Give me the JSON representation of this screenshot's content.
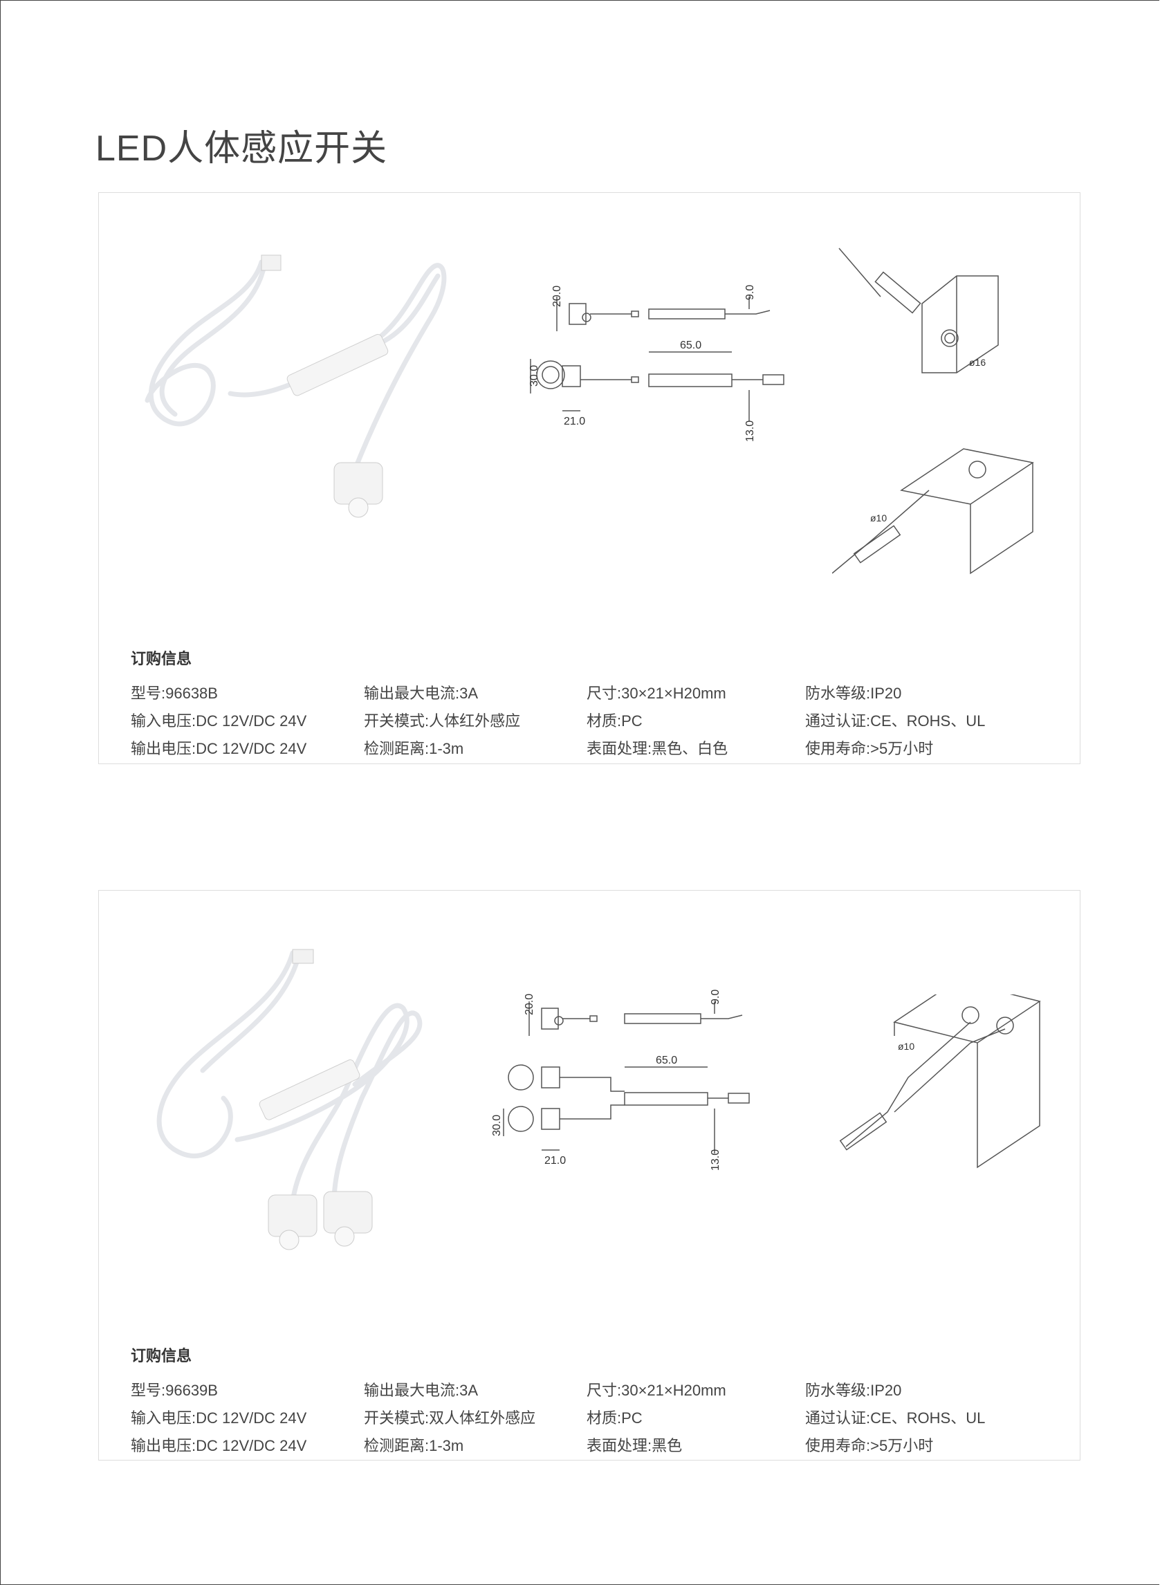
{
  "title": "LED人体感应开关",
  "products": [
    {
      "heading": "订购信息",
      "specs": [
        [
          "型号:96638B",
          "输出最大电流:3A",
          "尺寸:30×21×H20mm",
          "防水等级:IP20"
        ],
        [
          "输入电压:DC 12V/DC 24V",
          "开关模式:人体红外感应",
          "材质:PC",
          "通过认证:CE、ROHS、UL"
        ],
        [
          "输出电压:DC 12V/DC 24V",
          "检测距离:1-3m",
          "表面处理:黑色、白色",
          "使用寿命:>5万小时"
        ]
      ],
      "dims": {
        "h": "20.0",
        "w": "9.0",
        "len": "65.0",
        "d": "30.0",
        "depth": "21.0",
        "cable": "13.0"
      },
      "install": {
        "hole_a": "ø16",
        "hole_b": "ø10"
      }
    },
    {
      "heading": "订购信息",
      "specs": [
        [
          "型号:96639B",
          "输出最大电流:3A",
          "尺寸:30×21×H20mm",
          "防水等级:IP20"
        ],
        [
          "输入电压:DC 12V/DC 24V",
          "开关模式:双人体红外感应",
          "材质:PC",
          "通过认证:CE、ROHS、UL"
        ],
        [
          "输出电压:DC 12V/DC 24V",
          "检测距离:1-3m",
          "表面处理:黑色",
          "使用寿命:>5万小时"
        ]
      ],
      "dims": {
        "h": "20.0",
        "w": "9.0",
        "len": "65.0",
        "d": "30.0",
        "depth": "21.0",
        "cable": "13.0"
      },
      "install": {
        "hole_b": "ø10"
      }
    }
  ]
}
